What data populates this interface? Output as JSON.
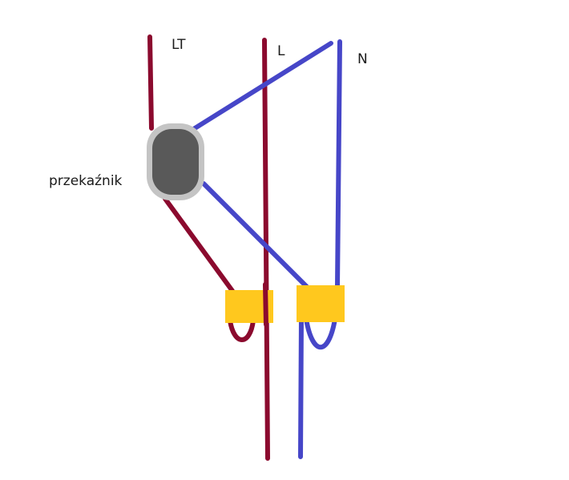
{
  "labels": {
    "lt": "LT",
    "l": "L",
    "n": "N",
    "relay": "przekaźnik"
  },
  "colors": {
    "live_wire": "#8b0a2e",
    "neutral_wire": "#4646c8",
    "connector": "#ffc81e",
    "relay_body": "#595959",
    "relay_rim": "#c4c4c4",
    "background": "#ffffff"
  }
}
